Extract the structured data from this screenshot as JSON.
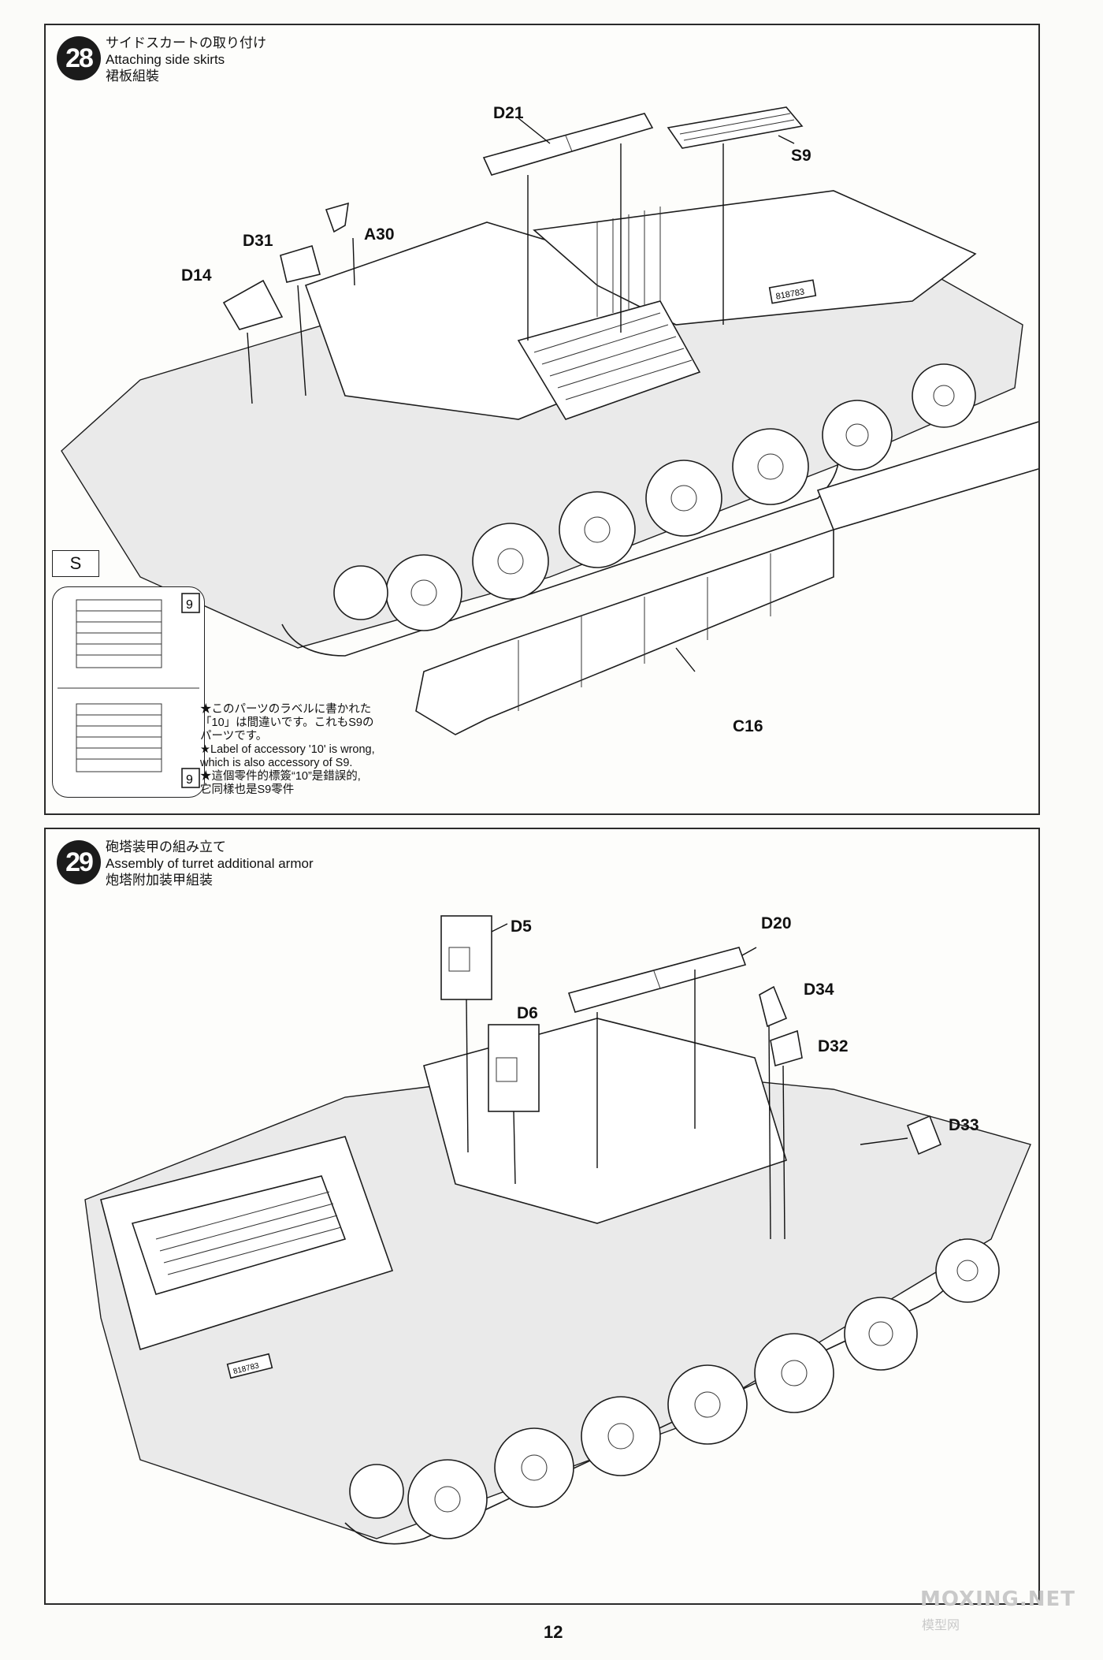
{
  "step28": {
    "number": "28",
    "title_ja": "サイドスカートの取り付け",
    "title_en": "Attaching side skirts",
    "title_zh": "裙板組裝",
    "parts": {
      "d21": "D21",
      "s9": "S9",
      "a30": "A30",
      "d31": "D31",
      "d14": "D14",
      "c16": "C16"
    },
    "hull_number": "818783",
    "sprue_box": "S",
    "sprue_numbers": [
      "9",
      "9"
    ],
    "note": {
      "ja_1": "★このパーツのラベルに書かれた",
      "ja_2": "「10」は間違いです。これもS9の",
      "ja_3": "パーツです。",
      "en_1": "★Label of accessory '10' is wrong,",
      "en_2": "which is also accessory of S9.",
      "zh_1": "★這個零件的標簽“10”是錯誤的,",
      "zh_2": "它同樣也是S9零件"
    }
  },
  "step29": {
    "number": "29",
    "title_ja": "砲塔装甲の組み立て",
    "title_en": "Assembly of turret additional armor",
    "title_zh": "炮塔附加装甲組装",
    "parts": {
      "d5": "D5",
      "d20": "D20",
      "d6": "D6",
      "d34": "D34",
      "d32": "D32",
      "d33": "D33"
    },
    "hull_number": "818783"
  },
  "page_number": "12",
  "watermark": "MOXING.NET",
  "watermark_sub": "模型网"
}
